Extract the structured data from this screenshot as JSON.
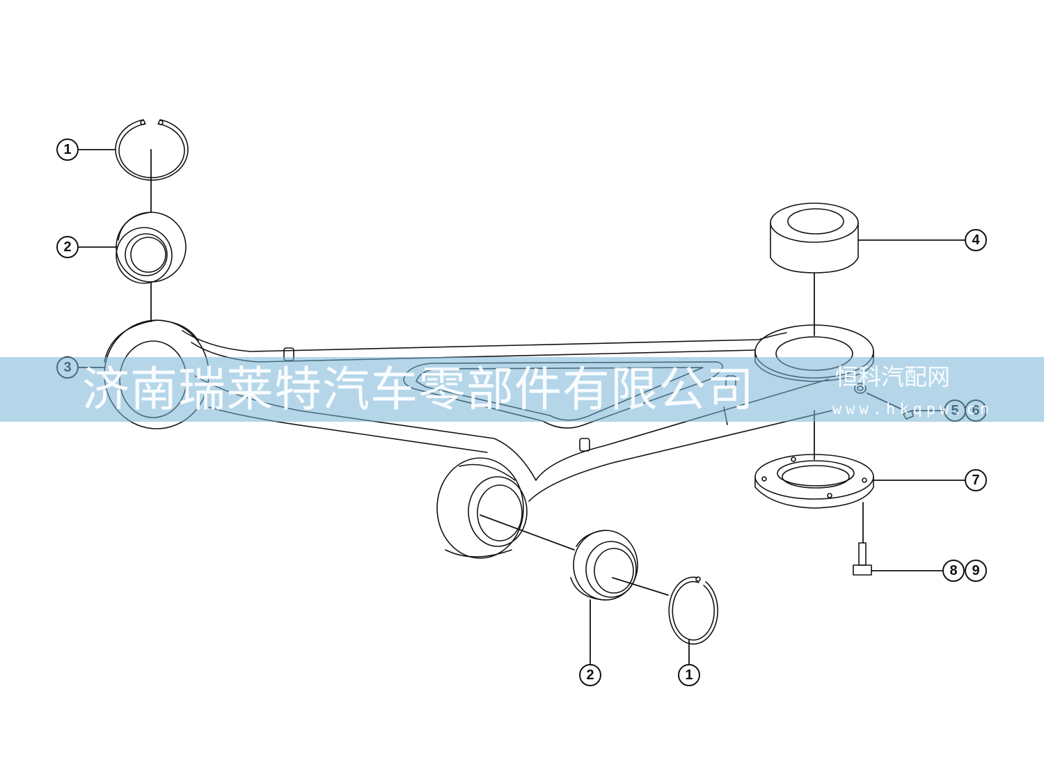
{
  "diagram": {
    "watermark_company": "济南瑞莱特汽车零部件有限公司",
    "watermark_site_name": "恒科汽配网",
    "watermark_site_url": "www.hkqpw.cn",
    "line_color": "#111111",
    "band_color": "#7fb8d8"
  },
  "callouts": [
    {
      "id": "c1a",
      "label": "1"
    },
    {
      "id": "c2a",
      "label": "2"
    },
    {
      "id": "c3",
      "label": "3"
    },
    {
      "id": "c4",
      "label": "4"
    },
    {
      "id": "c5",
      "label": "5"
    },
    {
      "id": "c6",
      "label": "6"
    },
    {
      "id": "c7",
      "label": "7"
    },
    {
      "id": "c8",
      "label": "8"
    },
    {
      "id": "c9",
      "label": "9"
    },
    {
      "id": "c2b",
      "label": "2"
    },
    {
      "id": "c1b",
      "label": "1"
    }
  ]
}
